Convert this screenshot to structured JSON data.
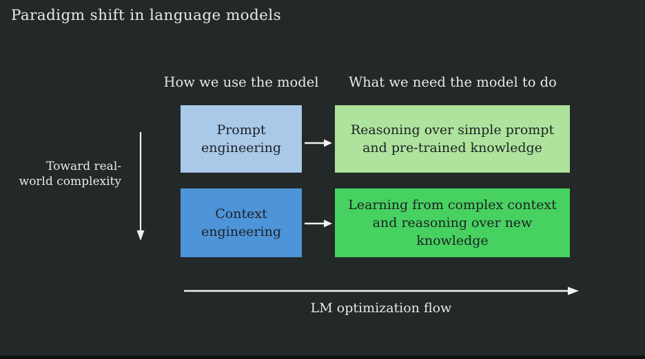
{
  "slide": {
    "title": "Paradigm shift in language models"
  },
  "diagram": {
    "columns": {
      "usage_header": "How we use the model",
      "need_header": "What we need the model to do"
    },
    "rows": [
      {
        "method": "Prompt engineering",
        "need": "Reasoning over simple prompt and pre-trained knowledge",
        "method_color": "#a9c9e9",
        "need_color": "#aee39d"
      },
      {
        "method": "Context engineering",
        "need": "Learning from complex context and reasoning over new knowledge",
        "method_color": "#4e94d9",
        "need_color": "#47d160"
      }
    ],
    "vertical_axis_label": "Toward real-world complexity",
    "horizontal_axis_label": "LM optimization flow"
  },
  "colors": {
    "background": "#232828",
    "text_light": "#eae8e4",
    "text_dark": "#1d2124",
    "arrow": "#f2f2f0"
  }
}
